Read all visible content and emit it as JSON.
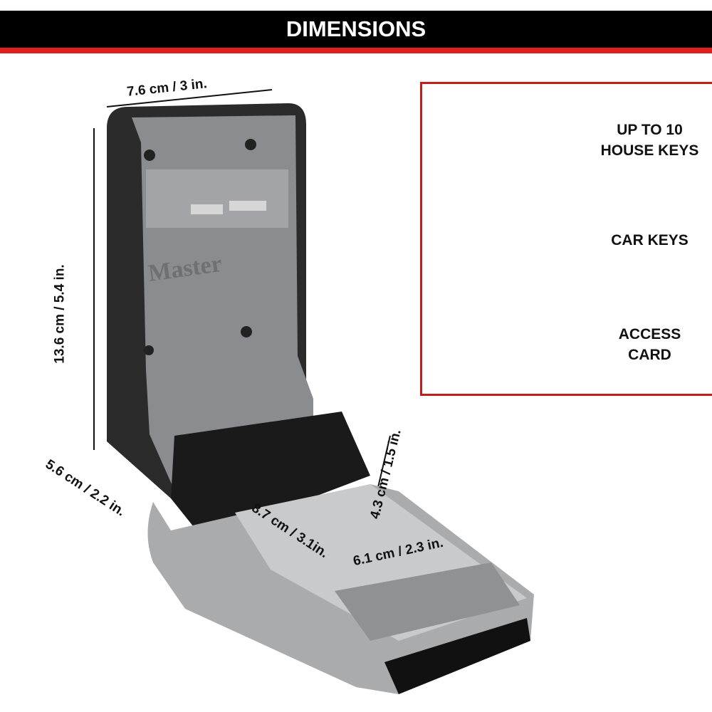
{
  "header": {
    "title": "DIMENSIONS"
  },
  "dimensions": {
    "width": "7.6 cm / 3 in.",
    "height": "13.6 cm / 5.4 in.",
    "depth": "5.6 cm / 2.2 in.",
    "inner_height": "4.3 cm / 1.5 in.",
    "inner_depth": "8.7 cm / 3.1in.",
    "inner_width": "6.1 cm / 2.3 in."
  },
  "features": [
    {
      "icon": "house-key-icon",
      "line1": "UP TO 10",
      "line2": "HOUSE KEYS"
    },
    {
      "icon": "car-key-icon",
      "line1": "CAR KEYS",
      "line2": ""
    },
    {
      "icon": "access-card-icon",
      "line1": "ACCESS",
      "line2": "CARD"
    }
  ],
  "colors": {
    "accent_red": "#e0201c",
    "check_green": "#3fc02a"
  }
}
